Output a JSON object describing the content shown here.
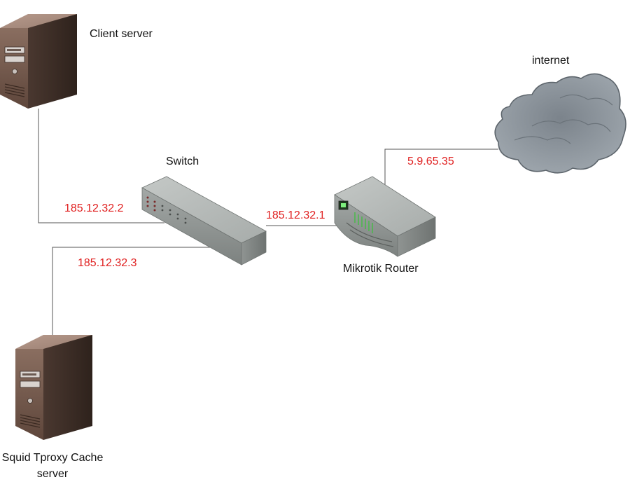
{
  "colors": {
    "ip_label": "#e02020",
    "link": "#555555",
    "server_body": "#7a5f52",
    "cloud": "#8c959e"
  },
  "nodes": {
    "client_server": {
      "label": "Client server",
      "icon": "tower-server-icon"
    },
    "switch": {
      "label": "Switch",
      "icon": "network-switch-icon"
    },
    "router": {
      "label": "Mikrotik Router",
      "icon": "router-icon"
    },
    "internet": {
      "label": "internet",
      "icon": "cloud-icon"
    },
    "squid_server": {
      "label_line1": "Squid Tproxy Cache",
      "label_line2": "server",
      "icon": "tower-server-icon"
    }
  },
  "ips": {
    "client_server": "185.12.32.2",
    "squid_server": "185.12.32.3",
    "router_lan": "185.12.32.1",
    "router_wan": "5.9.65.35"
  }
}
